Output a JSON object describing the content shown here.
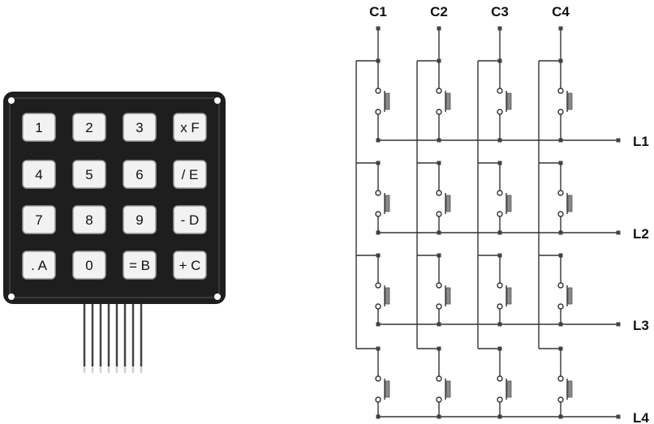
{
  "keypad": {
    "keys": [
      [
        "1",
        "2",
        "3",
        "x F"
      ],
      [
        "4",
        "5",
        "6",
        "/ E"
      ],
      [
        "7",
        "8",
        "9",
        "- D"
      ],
      [
        ". A",
        "0",
        "= B",
        "+ C"
      ]
    ],
    "ribbon_wire_count": 8
  },
  "schematic": {
    "columns": [
      "C1",
      "C2",
      "C3",
      "C4"
    ],
    "rows": [
      "L1",
      "L2",
      "L3",
      "L4"
    ]
  },
  "colors": {
    "keypad_body": "#1e1e1e",
    "key_face": "#f2f2f2",
    "wire": "#333333",
    "background": "#ffffff"
  }
}
